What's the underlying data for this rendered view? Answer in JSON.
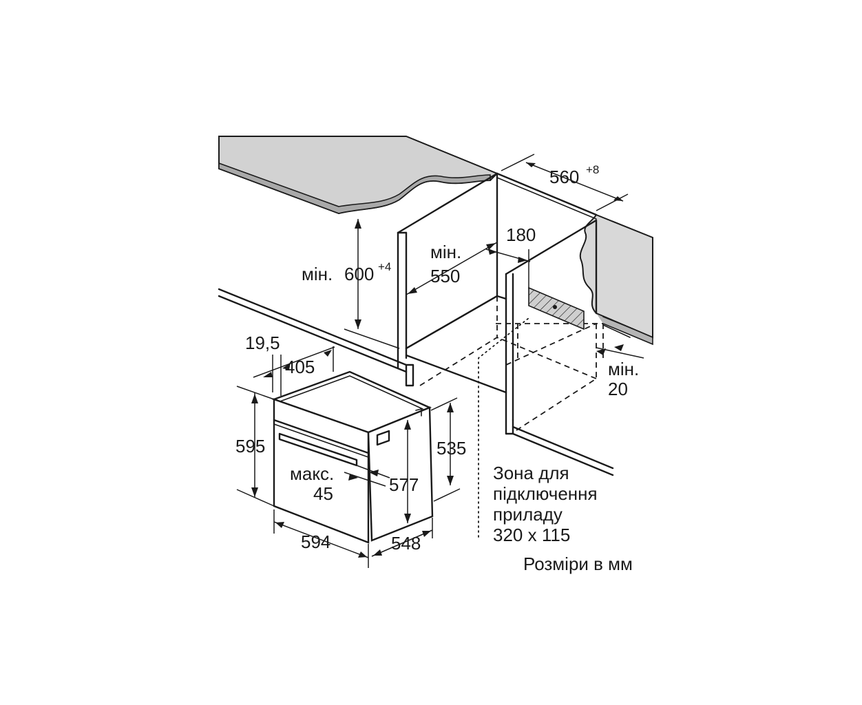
{
  "colors": {
    "line": "#1a1a1a",
    "countertop_top": "#d2d2d2",
    "countertop_edge": "#a9a9a9",
    "wall": "#d8d8d8",
    "socket_zone": "#cfcfcf"
  },
  "dimensions": {
    "cutout_width": "560",
    "cutout_width_tol": "+8",
    "min_height_prefix": "мін.",
    "min_height_value": "600",
    "min_height_tol": "+4",
    "min_depth_prefix": "мін.",
    "min_depth_value": "550",
    "rear_gap": "180",
    "side_gap_prefix": "мін.",
    "side_gap_value": "20",
    "front_offset": "19,5",
    "front_depth": "405",
    "oven_height": "595",
    "body_height": "535",
    "inner_height": "577",
    "handle_prefix": "макс.",
    "handle_value": "45",
    "oven_width": "594",
    "oven_depth": "548"
  },
  "notes": {
    "connection_line1": "Зона для",
    "connection_line2": "підключення",
    "connection_line3": "приладу",
    "connection_line4": "320 x 115",
    "units": "Розміри в мм"
  }
}
